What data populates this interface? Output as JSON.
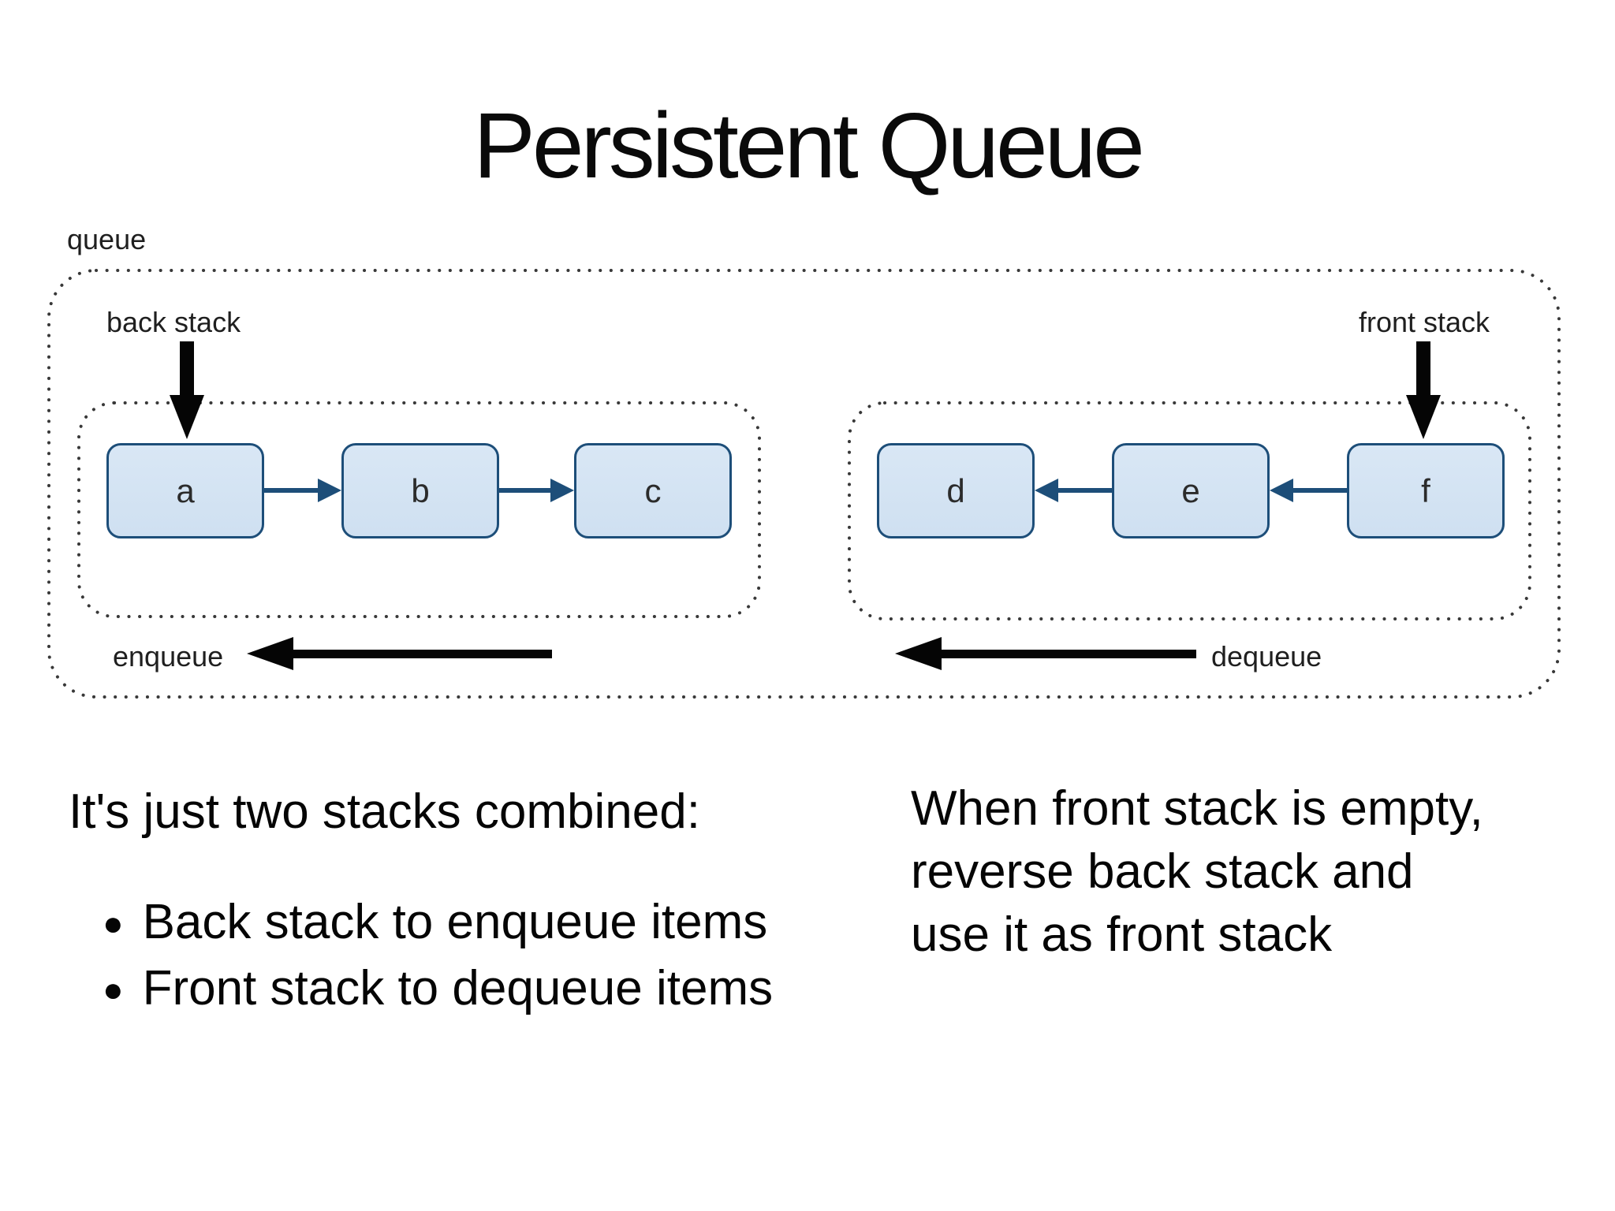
{
  "title": "Persistent Queue",
  "diagram": {
    "queue_label": "queue",
    "back_stack_label": "back stack",
    "front_stack_label": "front stack",
    "enqueue_label": "enqueue",
    "dequeue_label": "dequeue",
    "back_nodes": [
      {
        "label": "a"
      },
      {
        "label": "b"
      },
      {
        "label": "c"
      }
    ],
    "front_nodes": [
      {
        "label": "d"
      },
      {
        "label": "e"
      },
      {
        "label": "f"
      }
    ],
    "colors": {
      "node_fill": "#d3e3f3",
      "node_border": "#1d4e79",
      "connector": "#1d4e79",
      "pointer_arrow": "#050505",
      "dotted_border": "#383838"
    }
  },
  "notes": {
    "left_heading": "It's just two stacks combined:",
    "left_bullets": [
      "Back stack to enqueue items",
      "Front stack to dequeue items"
    ],
    "right_lines": [
      "When front stack is empty,",
      "reverse back stack and",
      "use it as front stack"
    ]
  }
}
